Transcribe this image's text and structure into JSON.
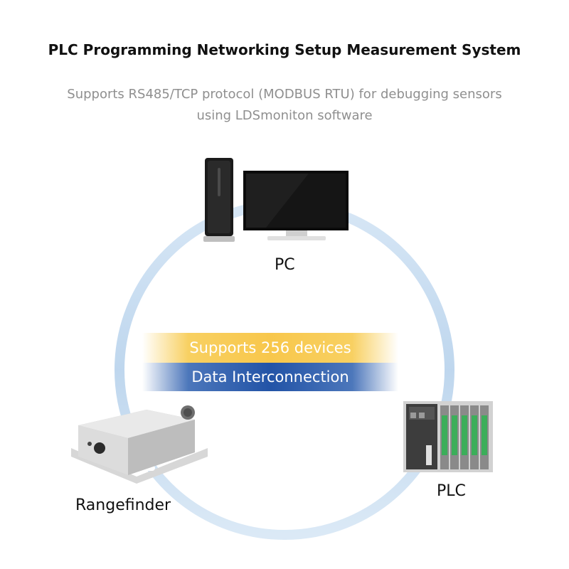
{
  "header": {
    "title": "PLC Programming Networking Setup Measurement System",
    "subtitle_line1": "Supports RS485/TCP protocol (MODBUS RTU) for debugging sensors",
    "subtitle_line2": "using LDSmoniton software"
  },
  "bands": {
    "devices": "Supports 256 devices",
    "interconnection": "Data Interconnection"
  },
  "nodes": {
    "pc": "PC",
    "rangefinder": "Rangefinder",
    "plc": "PLC"
  },
  "colors": {
    "ring": "#a9c9e8",
    "band_yellow": "#f7c442",
    "band_blue": "#1e50a5",
    "title": "#111111",
    "subtitle": "#8f8f8f"
  }
}
